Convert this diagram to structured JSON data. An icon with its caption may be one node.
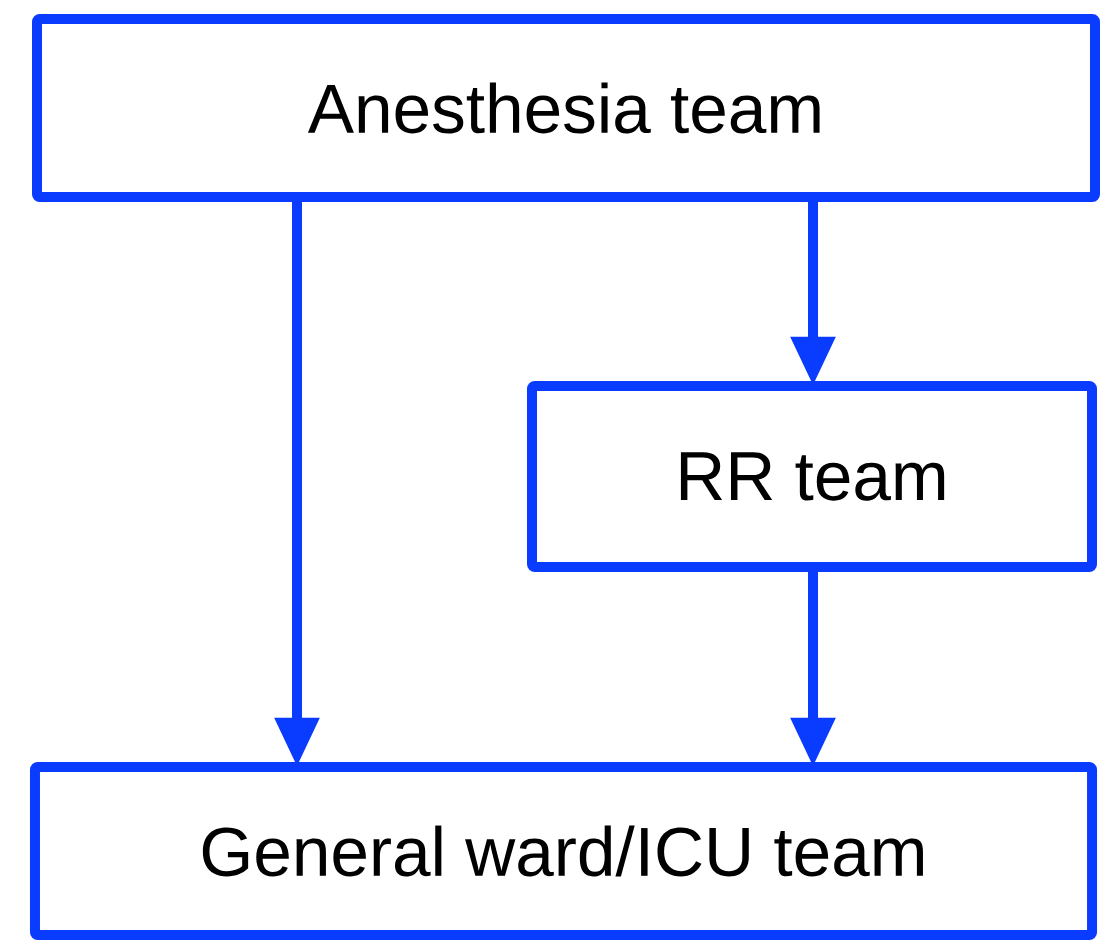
{
  "diagram": {
    "nodes": [
      {
        "text": [
          "Anesthesia team"
        ]
      },
      {
        "text": [
          "RR team"
        ]
      },
      {
        "text": [
          "General ward/ICU team"
        ]
      }
    ],
    "edges": [
      {
        "from": 0,
        "to": 2,
        "arrow": "to"
      },
      {
        "from": 0,
        "to": 1,
        "arrow": "to"
      },
      {
        "from": 1,
        "to": 2,
        "arrow": "to"
      }
    ]
  }
}
